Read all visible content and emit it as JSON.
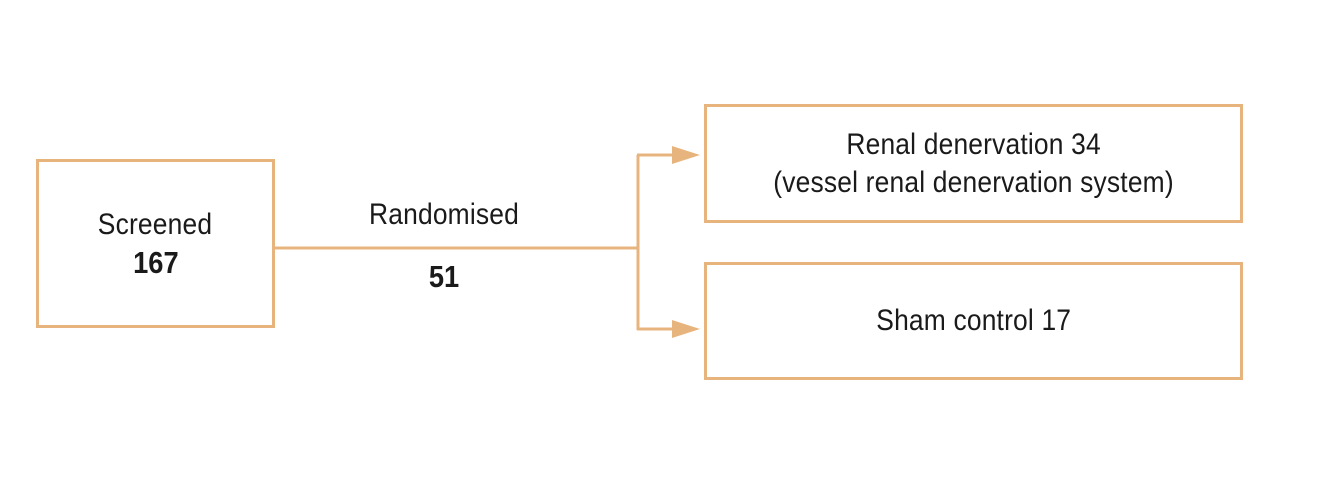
{
  "colors": {
    "border": "#e8b47d",
    "connector": "#e8b47d",
    "text": "#1a1a1a"
  },
  "screened": {
    "label": "Screened",
    "count": "167"
  },
  "randomised": {
    "label": "Randomised",
    "count": "51"
  },
  "arms": [
    {
      "line1": "Renal denervation 34",
      "line2": "(vessel renal denervation system)"
    },
    {
      "line1": "Sham control 17"
    }
  ]
}
